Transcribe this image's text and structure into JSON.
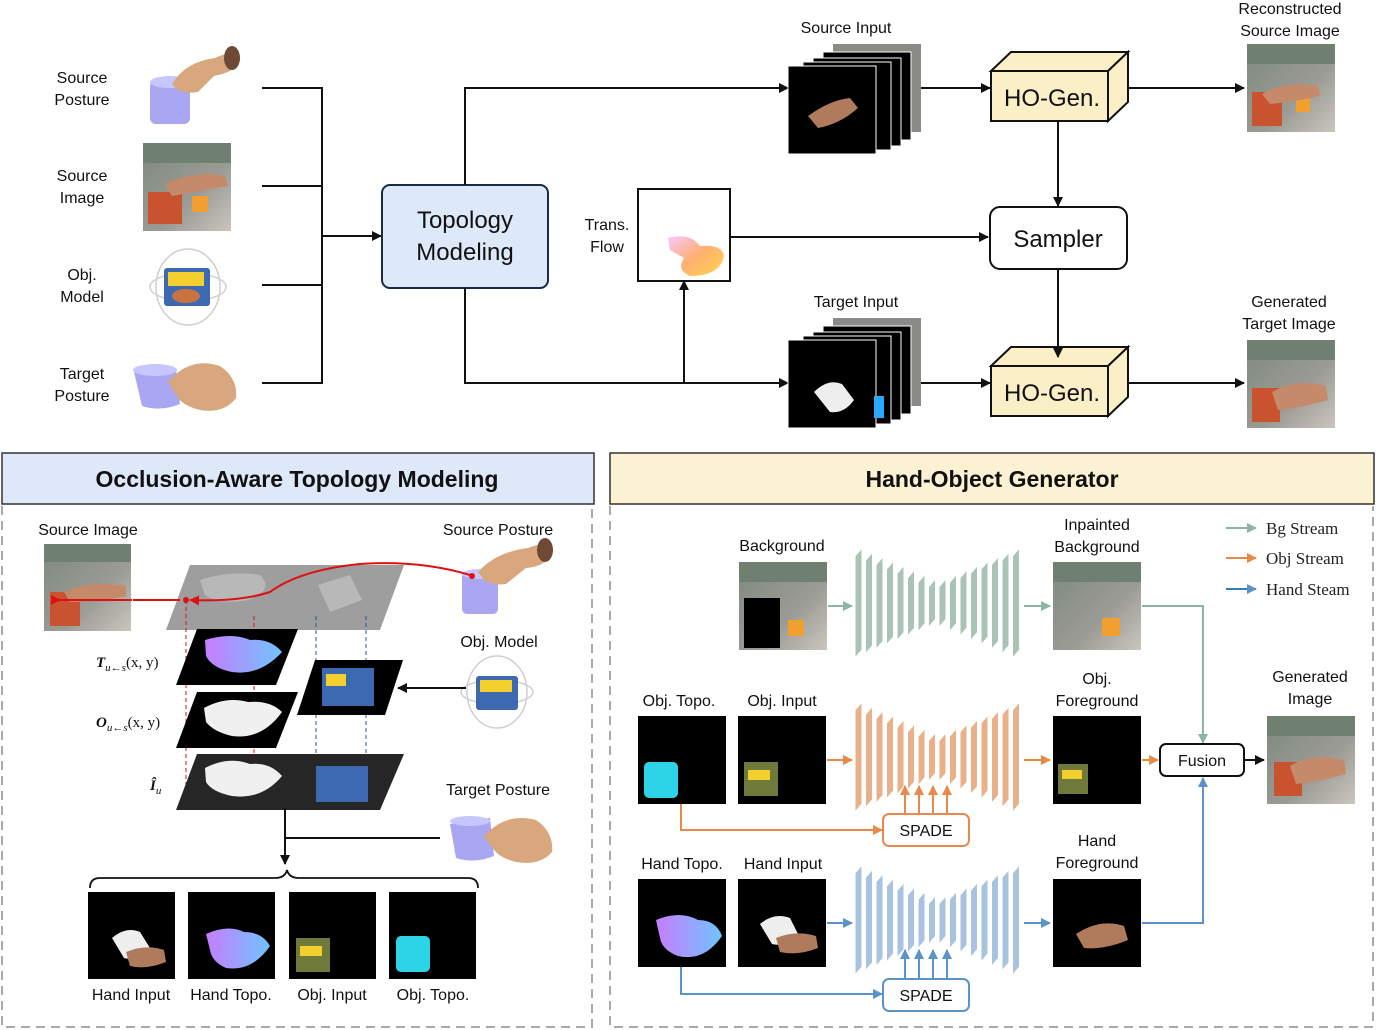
{
  "top": {
    "inputs": [
      "Source\nPosture",
      "Source\nImage",
      "Obj.\nModel",
      "Target\nPosture"
    ],
    "topology_box": "Topology\nModeling",
    "trans_flow": "Trans.\nFlow",
    "source_input": "Source Input",
    "target_input": "Target Input",
    "hogen_top": "HO-Gen.",
    "hogen_bottom": "HO-Gen.",
    "sampler": "Sampler",
    "reconstructed": "Reconstructed\nSource Image",
    "generated_target": "Generated\nTarget Image"
  },
  "left_panel": {
    "title": "Occlusion-Aware Topology Modeling",
    "source_image": "Source Image",
    "source_posture": "Source Posture",
    "obj_model": "Obj. Model",
    "target_posture": "Target Posture",
    "math_T": "T",
    "math_T_sub": "u←s",
    "math_T_args": "(x, y)",
    "math_O": "O",
    "math_O_sub": "u←s",
    "math_O_args": "(x, y)",
    "math_I": "Î",
    "math_I_sub": "u",
    "outputs": [
      "Hand Input",
      "Hand Topo.",
      "Obj. Input",
      "Obj. Topo."
    ]
  },
  "right_panel": {
    "title": "Hand-Object Generator",
    "background": "Background",
    "inpainted_background": "Inpainted\nBackground",
    "obj_topo": "Obj. Topo.",
    "obj_input": "Obj. Input",
    "obj_foreground": "Obj.\nForeground",
    "hand_topo": "Hand Topo.",
    "hand_input": "Hand Input",
    "hand_foreground": "Hand\nForeground",
    "fusion": "Fusion",
    "generated_image": "Generated\nImage",
    "spade_1": "SPADE",
    "spade_2": "SPADE",
    "legend": [
      {
        "label": "Bg Stream",
        "color": "#8db5a5"
      },
      {
        "label": "Obj Stream",
        "color": "#e8894a"
      },
      {
        "label": "Hand Steam",
        "color": "#2e7dc0"
      }
    ]
  },
  "colors": {
    "topology_fill": "#dde8f8",
    "hogen_fill": "#fbefc7",
    "left_title_fill": "#dfe8f8",
    "right_title_fill": "#fcf2d3",
    "bg_net": "#a9c4b4",
    "obj_net": "#e8b18a",
    "hand_net": "#a8c3e0",
    "red_arrow": "#dd1111"
  }
}
